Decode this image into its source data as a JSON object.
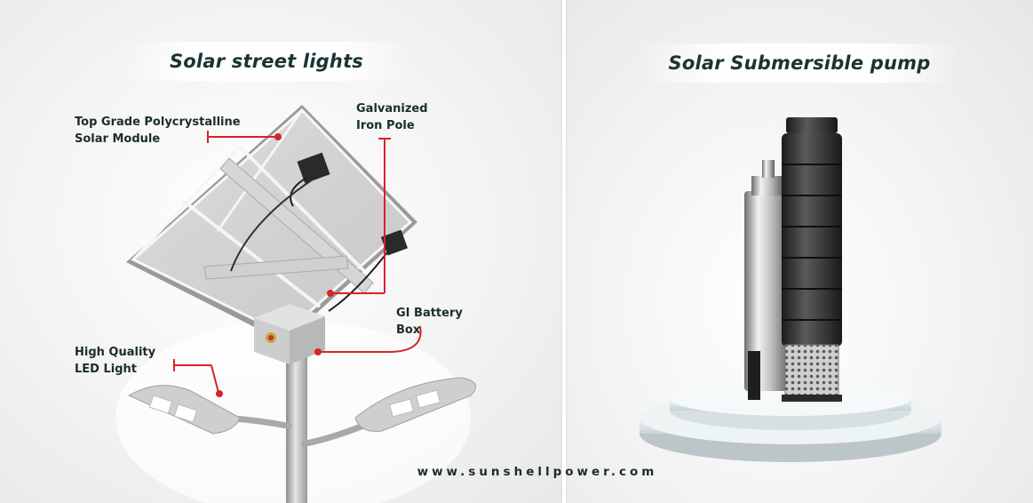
{
  "left_section": {
    "title": "Solar street lights",
    "callouts": {
      "solar_module": [
        "Top Grade Polycrystalline",
        "Solar Module"
      ],
      "iron_pole": [
        "Galvanized",
        "Iron Pole"
      ],
      "battery_box": [
        "GI Battery",
        "Box"
      ],
      "led_light": [
        "High Quality",
        "LED Light"
      ]
    }
  },
  "right_section": {
    "title": "Solar Submersible pump"
  },
  "footer": {
    "website": "www.sunshellpower.com"
  },
  "colors": {
    "title_text": "#1a3434",
    "callout_line": "#d8232a",
    "label_text": "#1b2c2c"
  },
  "icons": [
    "solar-panel-icon",
    "street-light-icon",
    "submersible-pump-icon",
    "battery-box-icon"
  ]
}
